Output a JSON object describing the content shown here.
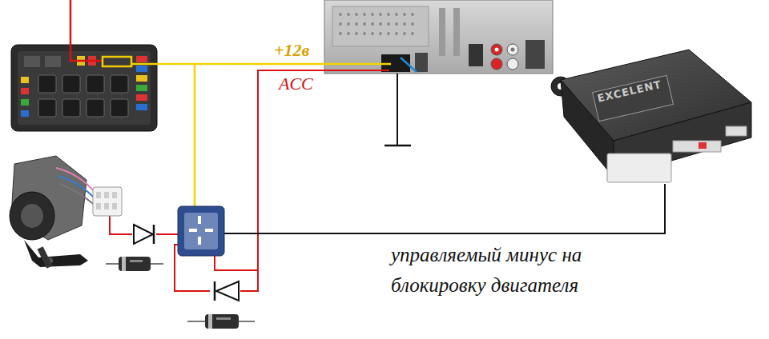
{
  "diagram": {
    "nodes": [
      {
        "text": [
          "EXCELENT"
        ]
      }
    ],
    "labels": [
      "+12в",
      "ACC",
      "управляемый минус на блокировку двигателя"
    ]
  }
}
